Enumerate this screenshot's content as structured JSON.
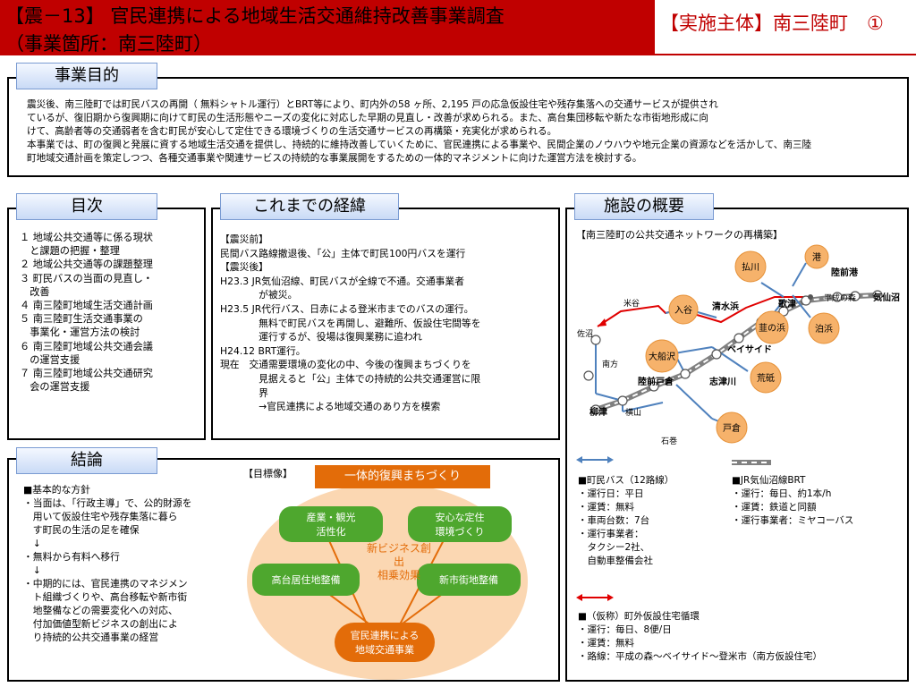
{
  "header": {
    "title_line1": "【震－13】 官民連携による地域生活交通維持改善事業調査",
    "title_line2": "（事業箇所：南三陸町）",
    "implementer": "【実施主体】南三陸町　①"
  },
  "purpose": {
    "tab": "事業目的",
    "lines": [
      "震災後、南三陸町では町民バスの再開（ 無料シャトル運行）とBRT等により、町内外の58 ヶ所、2,195 戸の応急仮設住宅や残存集落への交通サービスが提供され",
      "ているが、復旧期から復興期に向けて町民の生活形態やニーズの変化に対応した早期の見直し・改善が求められる。また、高台集団移転や新たな市街地形成に向",
      "けて、高齢者等の交通弱者を含む町民が安心して定住できる環境づくりの生活交通サービスの再構築・充実化が求められる。",
      "本事業では、町の復興と発展に資する地域生活交通を提供し、持続的に維持改善していくために、官民連携による事業や、民間企業のノウハウや地元企業の資源などを活かして、南三陸",
      "町地域交通計画を策定しつつ、各種交通事業や関連サービスの持続的な事業展開をするための一体的マネジメントに向けた運営方法を検討する。"
    ]
  },
  "toc": {
    "tab": "目次",
    "lines": [
      "１ 地域公共交通等に係る現状",
      "　と課題の把握・整理",
      "２ 地域公共交通等の課題整理",
      "３ 町民バスの当面の見直し・",
      "　改善",
      "４ 南三陸町地域生活交通計画",
      "５ 南三陸町生活交通事業の",
      "　事業化・運営方法の検討",
      "６ 南三陸町地域公共交通会議",
      "　の運営支援",
      "７ 南三陸町地域公共交通研究",
      "　会の運営支援"
    ]
  },
  "history": {
    "tab": "これまでの経緯",
    "lines": [
      "【震災前】",
      "民間バス路線撤退後、「公」主体で町民100円バスを運行",
      "【震災後】",
      "H23.3  JR気仙沼線、町民バスが全線で不通。交通事業者",
      "　　　　が被災。",
      "H23.5  JR代行バス、日赤による登米市までのバスの運行。",
      "　　　　無料で町民バスを再開し、避難所、仮設住宅間等を",
      "　　　　運行するが、役場は復興業務に追われ",
      "H24.12  BRT運行。",
      "現在　交通需要環境の変化の中、今後の復興まちづくりを",
      "　　　　見据えると「公」主体での持続的公共交通運営に限",
      "　　　　界",
      "　　　　→官民連携による地域交通のあり方を模索"
    ]
  },
  "facility": {
    "tab": "施設の概要",
    "map_title": "【南三陸町の公共交通ネットワークの再構築】",
    "places": {
      "port": "港",
      "shizugawa_port": "陸前港",
      "heisei": "平成の森",
      "kesennuma": "気仙沼",
      "harai": "払川",
      "yonetani": "米谷",
      "iriya": "入谷",
      "shimizuhama": "清水浜",
      "utatsu": "歌津",
      "nirahama": "韮の浜",
      "tomari": "泊浜",
      "sakuma": "佐沼",
      "baysaide": "ベイサイド",
      "ofunazawa": "大船沢",
      "minamikata": "南方",
      "rikuzentokura": "陸前戸倉",
      "shizugawa": "志津川",
      "araisou": "荒砥",
      "yanaizu": "柳津",
      "yokoyama": "横山",
      "tokura": "戸倉",
      "ishinomaki": "石巻"
    },
    "legend_bus": {
      "title": "■町民バス（12路線）",
      "lines": [
        "・運行日：平日",
        "・運賃：無料",
        "・車両台数：7台",
        "・運行事業者：",
        "　タクシー2社、",
        "　自動車整備会社"
      ]
    },
    "legend_brt": {
      "title": "■JR気仙沼線BRT",
      "lines": [
        "・運行：毎日、約1本/h",
        "・運賃：鉄道と同額",
        "・運行事業者：ミヤコーバス"
      ]
    },
    "legend_temp": {
      "title": "■（仮称）町外仮設住宅循環",
      "lines": [
        "・運行：毎日、8便/日",
        "・運賃：無料",
        "・路線：平成の森～ベイサイド～登米市（南方仮設住宅）"
      ]
    },
    "colors": {
      "bus": "#4f81bd",
      "brt": "#808080",
      "temp": "#e00000"
    }
  },
  "conclusion": {
    "tab": "結論",
    "lines": [
      "■基本的な方針",
      "・当面は、「行政主導」で、公的財源を",
      "　用いて仮設住宅や残存集落に暮ら",
      "　す町民の生活の足を確保",
      "　↓",
      "・無料から有料へ移行",
      "　↓",
      "・中期的には、官民連携のマネジメン",
      "　ト組織づくりや、高台移転や新市街",
      "　地整備などの需要変化への対応、",
      "　付加価値型新ビジネスの創出によ",
      "　り持続的公共交通事業の経営"
    ],
    "goal_label": "【目標像】",
    "goal_banner": "一体的復興まちづくり",
    "nodes": {
      "industry": [
        "産業・観光",
        "活性化"
      ],
      "settle": [
        "安心な定住",
        "環境づくり"
      ],
      "highland": "高台居住地整備",
      "newtown": "新市街地整備",
      "center": [
        "新ビジネス創",
        "出",
        "相乗効果"
      ],
      "ppp": [
        "官民連携による",
        "地域交通事業"
      ]
    }
  }
}
